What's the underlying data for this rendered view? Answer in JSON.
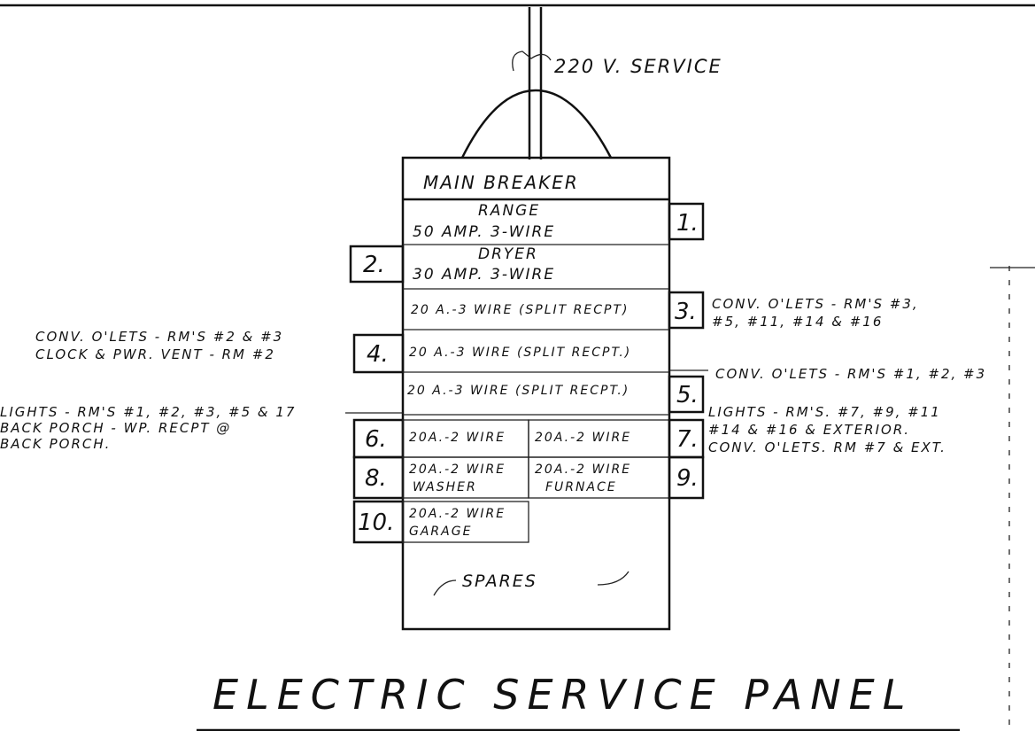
{
  "service": {
    "label": "220 V. SERVICE"
  },
  "panel": {
    "main_breaker": "MAIN BREAKER",
    "spares": "SPARES"
  },
  "circuits": {
    "c1": {
      "number": "1.",
      "line1": "RANGE",
      "line2": "50 AMP. 3-WIRE"
    },
    "c2": {
      "number": "2.",
      "line1": "DRYER",
      "line2": "30 AMP. 3-WIRE"
    },
    "c3": {
      "number": "3.",
      "line1": "20 A.-3 WIRE (SPLIT RECPT)"
    },
    "c4": {
      "number": "4.",
      "line1": "20 A.-3 WIRE (SPLIT RECPT.)"
    },
    "c5": {
      "number": "5.",
      "line1": "20 A.-3 WIRE (SPLIT RECPT.)"
    },
    "c6": {
      "number": "6.",
      "line1": "20A.-2 WIRE"
    },
    "c7": {
      "number": "7.",
      "line1": "20A.-2 WIRE"
    },
    "c8": {
      "number": "8.",
      "line1": "20A.-2 WIRE",
      "line2": "WASHER"
    },
    "c9": {
      "number": "9.",
      "line1": "20A.-2 WIRE",
      "line2": "FURNACE"
    },
    "c10": {
      "number": "10.",
      "line1": "20A.-2 WIRE",
      "line2": "GARAGE"
    }
  },
  "notes": {
    "n3": [
      "CONV. O'LETS - RM'S #3,",
      "#5, #11, #14 & #16"
    ],
    "n4": [
      "CONV. O'LETS - RM'S #2 & #3",
      "CLOCK & PWR. VENT - RM #2"
    ],
    "n5": [
      "CONV. O'LETS - RM'S #1, #2, #3"
    ],
    "n6": [
      "LIGHTS - RM'S #1, #2, #3, #5 & 17",
      "BACK PORCH - WP. RECPT @",
      "BACK PORCH."
    ],
    "n7": [
      "LIGHTS - RM'S. #7, #9, #11",
      "#14 & #16 & EXTERIOR.",
      "CONV. O'LETS. RM #7 & EXT."
    ]
  },
  "title": "ELECTRIC SERVICE PANEL"
}
